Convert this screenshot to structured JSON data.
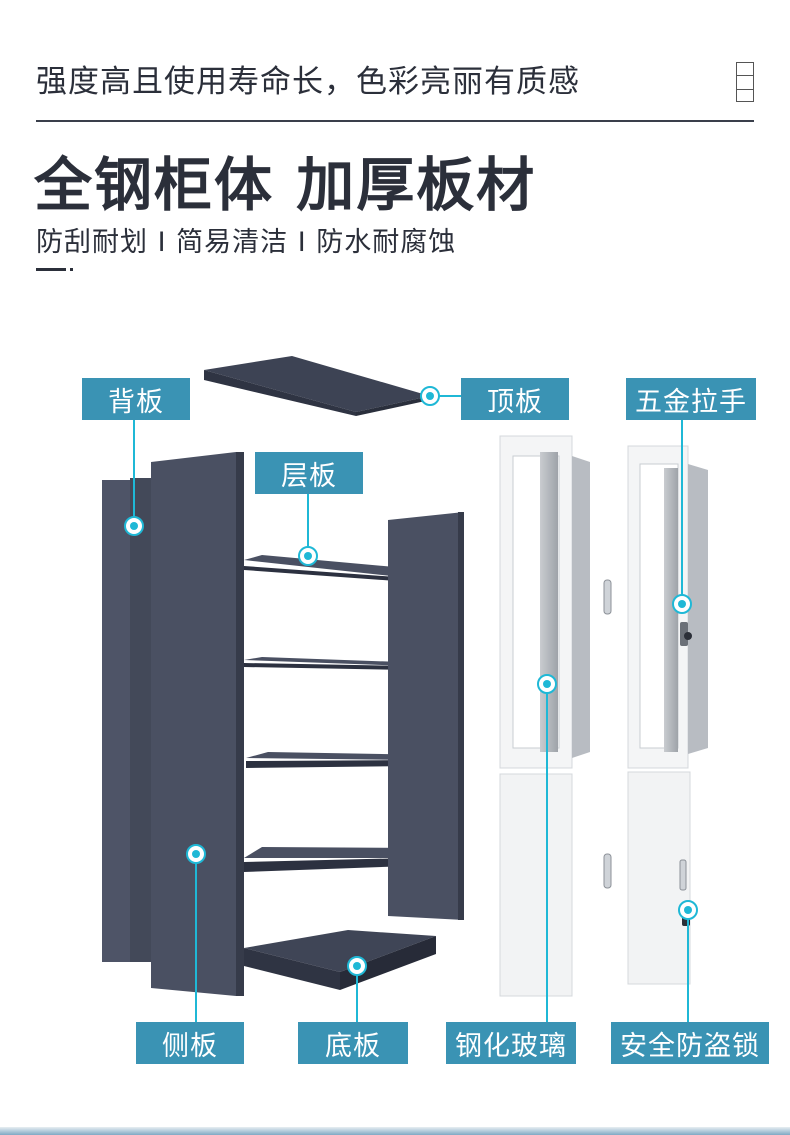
{
  "header": {
    "tagline": "强度高且使用寿命长，色彩亮丽有质感",
    "headline": "全钢柜体 加厚板材",
    "features": "防刮耐划 I 简易清洁 I 防水耐腐蚀"
  },
  "labels": {
    "back_panel": "背板",
    "top_panel": "顶板",
    "shelf": "层板",
    "handle": "五金拉手",
    "side_panel": "侧板",
    "bottom_panel": "底板",
    "glass": "钢化玻璃",
    "lock": "安全防盗锁"
  },
  "colors": {
    "panel_dark": "#4a5062",
    "label_bg": "#3a93b4",
    "marker": "#1fb8d6",
    "door_white": "#f4f5f6"
  }
}
